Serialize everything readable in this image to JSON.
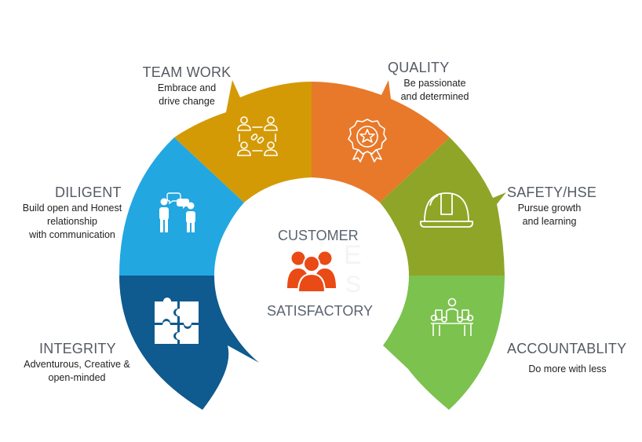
{
  "center": {
    "title_top": "CUSTOMER",
    "title_bottom": "SATISFACTORY",
    "icon": "people-group-icon",
    "icon_color": "#ea4a16"
  },
  "segments": [
    {
      "key": "integrity",
      "title": "INTEGRITY",
      "desc_lines": [
        "Adventurous, Creative &",
        "open-minded"
      ],
      "color": "#0f5a8e",
      "icon": "puzzle-icon"
    },
    {
      "key": "diligent",
      "title": "DILIGENT",
      "desc_lines": [
        "Build open and Honest",
        "relationship",
        "with communication"
      ],
      "color": "#22a7e1",
      "icon": "conversation-icon"
    },
    {
      "key": "teamwork",
      "title": "TEAM WORK",
      "desc_lines": [
        "Embrace and",
        "drive change"
      ],
      "color": "#d49a06",
      "icon": "team-network-icon"
    },
    {
      "key": "quality",
      "title": "QUALITY",
      "desc_lines": [
        "Be passionate",
        "and determined"
      ],
      "color": "#e8792a",
      "icon": "award-badge-icon"
    },
    {
      "key": "safety",
      "title": "SAFETY/HSE",
      "desc_lines": [
        "Pursue growth",
        "and learning"
      ],
      "color": "#8fa527",
      "icon": "hard-hat-icon"
    },
    {
      "key": "accountability",
      "title": "ACCOUNTABLITY",
      "desc_lines": [
        "Do more with less"
      ],
      "color": "#7cc24e",
      "icon": "meeting-icon"
    }
  ]
}
